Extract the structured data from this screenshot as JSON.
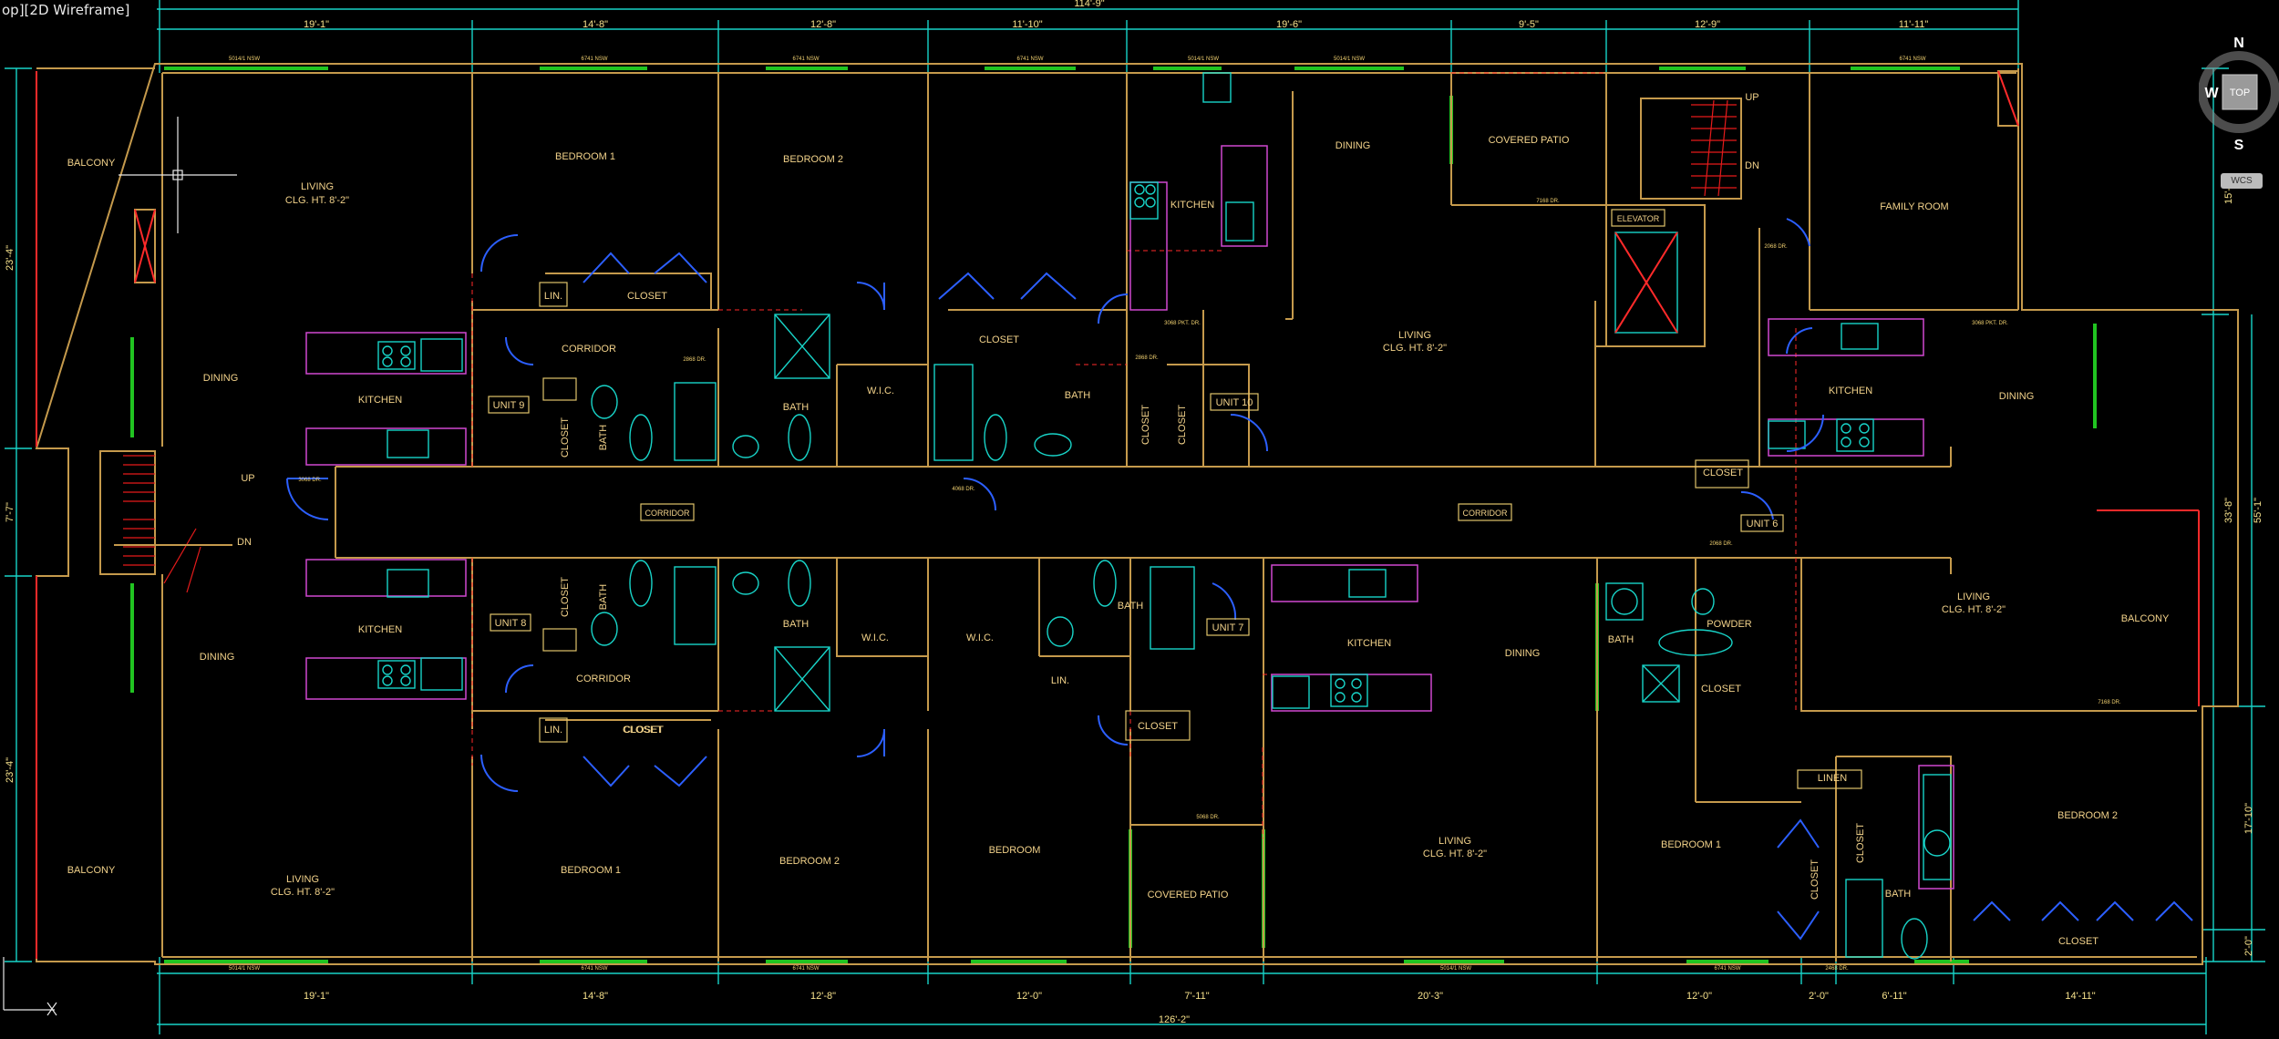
{
  "viewport": {
    "label": "op][2D Wireframe]"
  },
  "viewcube": {
    "north": "N",
    "south": "S",
    "west": "W",
    "top": "TOP",
    "wcs": "WCS"
  },
  "dims": {
    "overall_top": "114'-9\"",
    "overall_bottom": "126'-2\"",
    "top_segments": [
      "19'-1\"",
      "14'-8\"",
      "12'-8\"",
      "11'-10\"",
      "19'-6\"",
      "9'-5\"",
      "12'-9\"",
      "11'-11\""
    ],
    "bottom_segments": [
      "19'-1\"",
      "14'-8\"",
      "12'-8\"",
      "12'-0\"",
      "7'-11\"",
      "20'-3\"",
      "12'-0\"",
      "2'-0\"",
      "6'-11\"",
      "14'-11\""
    ],
    "left_segments": [
      "23'-4\"",
      "7'-7\"",
      "23'-4\""
    ],
    "right_segments": [
      "15'-0\"",
      "33'-8\"",
      "55'-1\"",
      "17'-10\"",
      "2'-0\""
    ]
  },
  "rooms": {
    "balcony": "BALCONY",
    "living": "LIVING",
    "clg_ht": "CLG. HT. 8'-2\"",
    "dining": "DINING",
    "kitchen": "KITCHEN",
    "bedroom1": "BEDROOM 1",
    "bedroom2": "BEDROOM 2",
    "bedroom": "BEDROOM",
    "closet": "CLOSET",
    "lin": "LIN.",
    "corridor": "CORRIDOR",
    "corridor_caps": "CORRIDOR",
    "bath": "BATH",
    "wic": "W.I.C.",
    "covered_patio": "COVERED PATIO",
    "elevator": "ELEVATOR",
    "family_room": "FAMILY ROOM",
    "powder": "POWDER",
    "linen": "LINEN",
    "up": "UP",
    "dn": "DN"
  },
  "units": {
    "u9": "UNIT 9",
    "u8": "UNIT 8",
    "u10": "UNIT 10",
    "u7": "UNIT 7",
    "u6": "UNIT 6"
  },
  "tiny": {
    "window_a": "5014/1 NSW",
    "window_b": "6741 NSW",
    "door_a": "3068 DR.",
    "door_b": "2468 DR.",
    "door_c": "3068 PKT. DR.",
    "door_d": "4068 DR.",
    "door_e": "7168 DR.",
    "door_f": "5068 DR.",
    "door_g": "2068 DR.",
    "door_h": "2868 DR."
  },
  "colors": {
    "background": "#000000",
    "walls": "#c59a4c",
    "fixtures": "#18d4c8",
    "doors": "#2c5fff",
    "windows": "#21c421",
    "balcony_rail": "#ff2a2a",
    "dimension": "#18d4c8",
    "text": "#f2d28a"
  }
}
